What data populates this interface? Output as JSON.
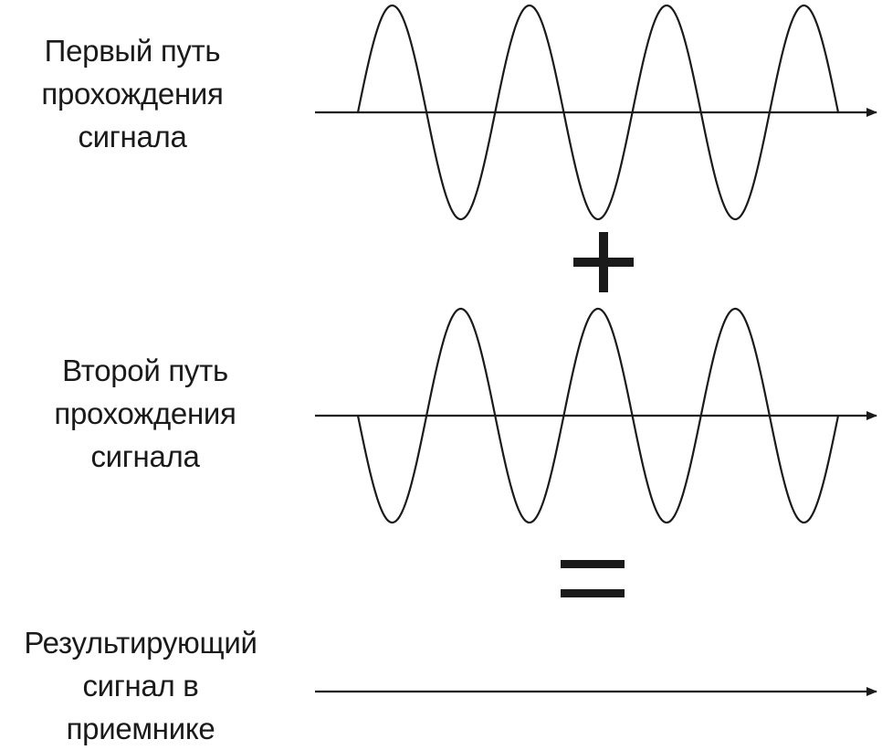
{
  "labels": {
    "first_path": [
      "Первый путь",
      "прохождения",
      "сигнала"
    ],
    "second_path": [
      "Второй путь",
      "прохождения",
      "сигнала"
    ],
    "result": [
      "Результирующий",
      "сигнал в",
      "приемнике"
    ]
  },
  "operators": {
    "plus": "+",
    "equals": "="
  },
  "waves": {
    "cycles": 3.5,
    "second_phase_inverted": true
  },
  "colors": {
    "stroke": "#1a1a1a"
  }
}
